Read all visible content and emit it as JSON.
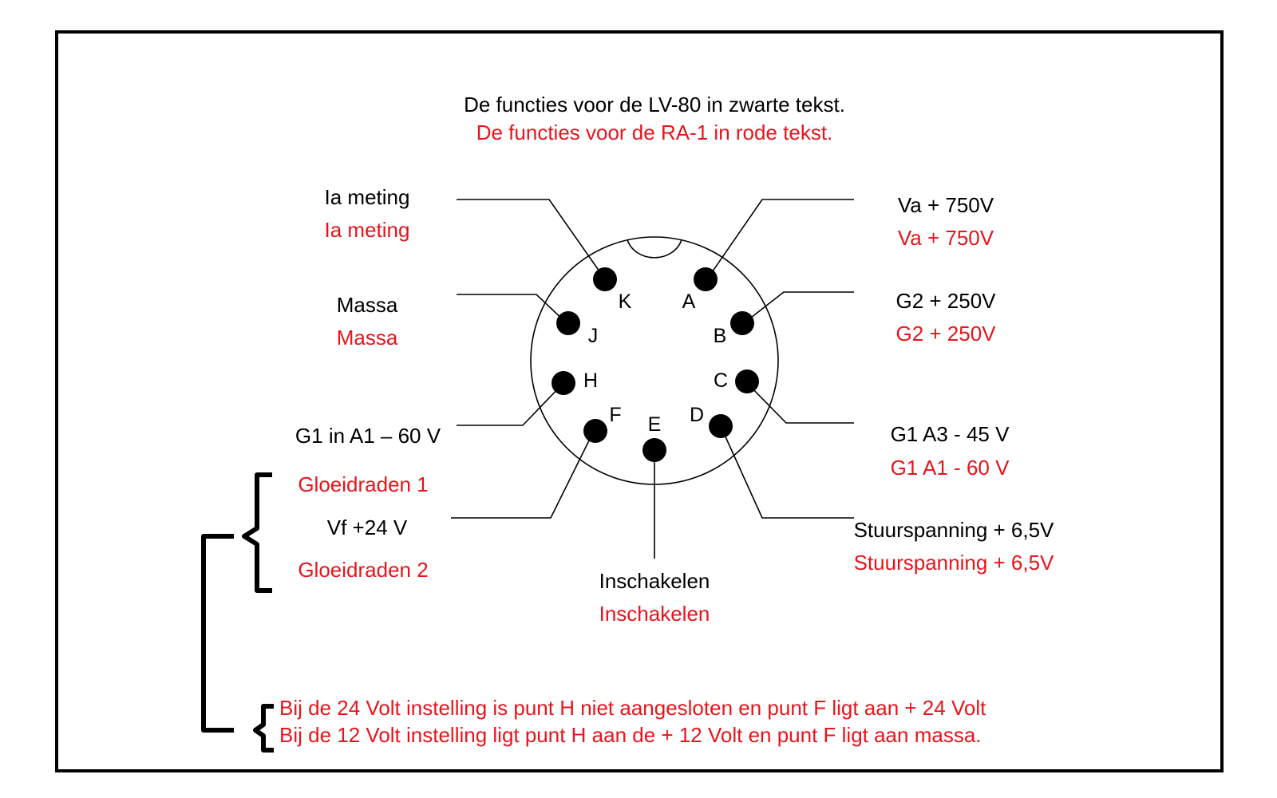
{
  "colors": {
    "black": "#000000",
    "red": "#e8141c",
    "frame": "#000000"
  },
  "header": {
    "lv80_note": "De functies voor de LV-80 in zwarte tekst.",
    "ra1_note": "De functies voor de RA-1 in rode tekst."
  },
  "pins": [
    {
      "letter": "K",
      "lv80": "Ia meting",
      "ra1": "Ia meting"
    },
    {
      "letter": "A",
      "lv80": "Va + 750V",
      "ra1": "Va + 750V"
    },
    {
      "letter": "J",
      "lv80": "Massa",
      "ra1": "Massa"
    },
    {
      "letter": "B",
      "lv80": "G2 + 250V",
      "ra1": "G2 + 250V"
    },
    {
      "letter": "H",
      "lv80": "G1  in A1 – 60 V",
      "ra1": ""
    },
    {
      "letter": "C",
      "lv80": "G1 A3 - 45 V",
      "ra1": "G1 A1 - 60 V"
    },
    {
      "letter": "F",
      "lv80": "Vf +24 V",
      "ra1": ""
    },
    {
      "letter": "E",
      "lv80": "Inschakelen",
      "ra1": "Inschakelen"
    },
    {
      "letter": "D",
      "lv80": "Stuurspanning + 6,5V",
      "ra1": "Stuurspanning + 6,5V"
    }
  ],
  "heaters": {
    "ra1_line1": "Gloeidraden 1",
    "ra1_line2": "Gloeidraden 2"
  },
  "footnotes": [
    "Bij de 24 Volt instelling is punt H niet aangesloten en punt F ligt aan + 24 Volt",
    "Bij de 12 Volt instelling ligt punt H aan de + 12 Volt en punt F ligt aan massa."
  ]
}
